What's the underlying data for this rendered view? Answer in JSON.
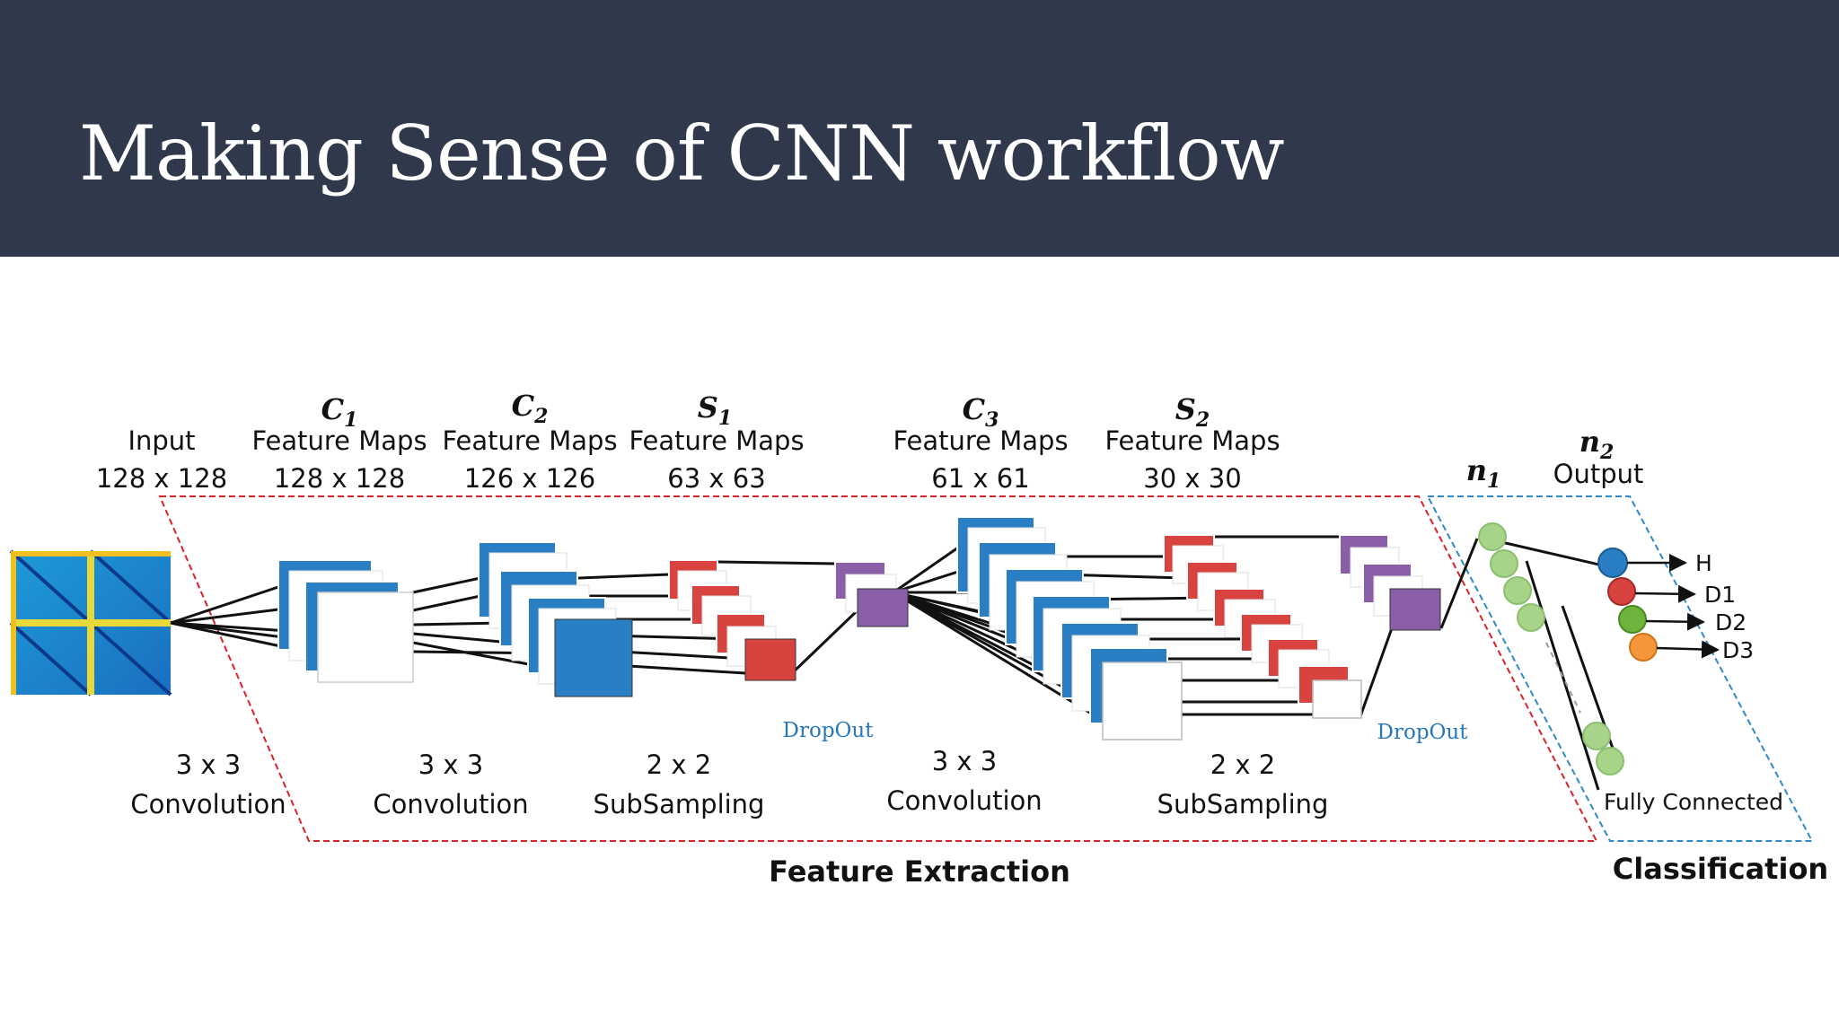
{
  "slide": {
    "title": "Making Sense of CNN workflow"
  },
  "diagram": {
    "layers": [
      {
        "symbol": "",
        "subscript": "",
        "name": "Input",
        "size": "128 x 128"
      },
      {
        "symbol": "C",
        "subscript": "1",
        "name": "Feature Maps",
        "size": "128 x 128"
      },
      {
        "symbol": "C",
        "subscript": "2",
        "name": "Feature Maps",
        "size": "126 x 126"
      },
      {
        "symbol": "S",
        "subscript": "1",
        "name": "Feature Maps",
        "size": "63 x 63"
      },
      {
        "symbol": "C",
        "subscript": "3",
        "name": "Feature Maps",
        "size": "61 x 61"
      },
      {
        "symbol": "S",
        "subscript": "2",
        "name": "Feature Maps",
        "size": "30 x 30"
      }
    ],
    "neurons": [
      {
        "symbol": "n",
        "subscript": "1",
        "name": ""
      },
      {
        "symbol": "n",
        "subscript": "2",
        "name": "Output"
      }
    ],
    "operations": [
      {
        "size": "3 x 3",
        "name": "Convolution"
      },
      {
        "size": "3 x 3",
        "name": "Convolution"
      },
      {
        "size": "2 x 2",
        "name": "SubSampling"
      },
      {
        "size": "3 x 3",
        "name": "Convolution"
      },
      {
        "size": "2 x 2",
        "name": "SubSampling"
      }
    ],
    "dropout_labels": [
      "DropOut",
      "DropOut"
    ],
    "outputs": [
      "H",
      "D1",
      "D2",
      "D3"
    ],
    "fully_connected_label": "Fully Connected",
    "sections": {
      "feature_extraction": "Feature Extraction",
      "classification": "Classification"
    },
    "colors": {
      "conv": "#2a7fc4",
      "subsample": "#d8433f",
      "dropout": "#8a5fa8",
      "neuron": "#a8d48a",
      "feature_border": "#d8232a",
      "classification_border": "#2f8ac4",
      "out_h": "#2a7fc4",
      "out_d1": "#d8433f",
      "out_d2": "#6fb33f",
      "out_d3": "#f5963a"
    }
  }
}
